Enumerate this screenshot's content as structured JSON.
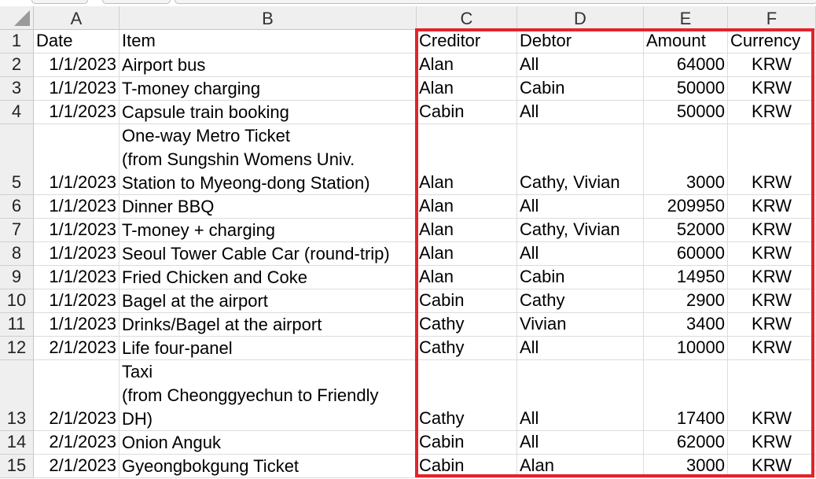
{
  "columns": [
    "A",
    "B",
    "C",
    "D",
    "E",
    "F"
  ],
  "header_row": {
    "row_number": "1",
    "cells": [
      "Date",
      "Item",
      "Creditor",
      "Debtor",
      "Amount",
      "Currency"
    ]
  },
  "rows": [
    {
      "n": "2",
      "date": "1/1/2023",
      "item": [
        "Airport bus"
      ],
      "creditor": "Alan",
      "debtor": "All",
      "amount": "64000",
      "currency": "KRW"
    },
    {
      "n": "3",
      "date": "1/1/2023",
      "item": [
        "T-money charging"
      ],
      "creditor": "Alan",
      "debtor": "Cabin",
      "amount": "50000",
      "currency": "KRW"
    },
    {
      "n": "4",
      "date": "1/1/2023",
      "item": [
        "Capsule train booking"
      ],
      "creditor": "Cabin",
      "debtor": "All",
      "amount": "50000",
      "currency": "KRW"
    },
    {
      "n": "5",
      "date": "1/1/2023",
      "item": [
        "One-way Metro Ticket",
        "(from Sungshin Womens Univ.",
        "Station to Myeong-dong Station)"
      ],
      "creditor": "Alan",
      "debtor": "Cathy, Vivian",
      "amount": "3000",
      "currency": "KRW"
    },
    {
      "n": "6",
      "date": "1/1/2023",
      "item": [
        "Dinner BBQ"
      ],
      "creditor": "Alan",
      "debtor": "All",
      "amount": "209950",
      "currency": "KRW"
    },
    {
      "n": "7",
      "date": "1/1/2023",
      "item": [
        "T-money + charging"
      ],
      "creditor": "Alan",
      "debtor": "Cathy, Vivian",
      "amount": "52000",
      "currency": "KRW"
    },
    {
      "n": "8",
      "date": "1/1/2023",
      "item": [
        "Seoul Tower Cable Car (round-trip)"
      ],
      "creditor": "Alan",
      "debtor": "All",
      "amount": "60000",
      "currency": "KRW"
    },
    {
      "n": "9",
      "date": "1/1/2023",
      "item": [
        "Fried Chicken and Coke"
      ],
      "creditor": "Alan",
      "debtor": "Cabin",
      "amount": "14950",
      "currency": "KRW"
    },
    {
      "n": "10",
      "date": "1/1/2023",
      "item": [
        "Bagel at the airport"
      ],
      "creditor": "Cabin",
      "debtor": "Cathy",
      "amount": "2900",
      "currency": "KRW"
    },
    {
      "n": "11",
      "date": "1/1/2023",
      "item": [
        "Drinks/Bagel at the airport"
      ],
      "creditor": "Cathy",
      "debtor": "Vivian",
      "amount": "3400",
      "currency": "KRW"
    },
    {
      "n": "12",
      "date": "2/1/2023",
      "item": [
        "Life four-panel"
      ],
      "creditor": "Cathy",
      "debtor": "All",
      "amount": "10000",
      "currency": "KRW"
    },
    {
      "n": "13",
      "date": "2/1/2023",
      "item": [
        "Taxi",
        "(from Cheonggyechun to Friendly",
        "DH)"
      ],
      "creditor": "Cathy",
      "debtor": "All",
      "amount": "17400",
      "currency": "KRW"
    },
    {
      "n": "14",
      "date": "2/1/2023",
      "item": [
        "Onion Anguk"
      ],
      "creditor": "Cabin",
      "debtor": "All",
      "amount": "62000",
      "currency": "KRW"
    },
    {
      "n": "15",
      "date": "2/1/2023",
      "item": [
        "Gyeongbokgung Ticket"
      ],
      "creditor": "Cabin",
      "debtor": "Alan",
      "amount": "3000",
      "currency": "KRW"
    }
  ],
  "highlight_color": "#e3232b"
}
